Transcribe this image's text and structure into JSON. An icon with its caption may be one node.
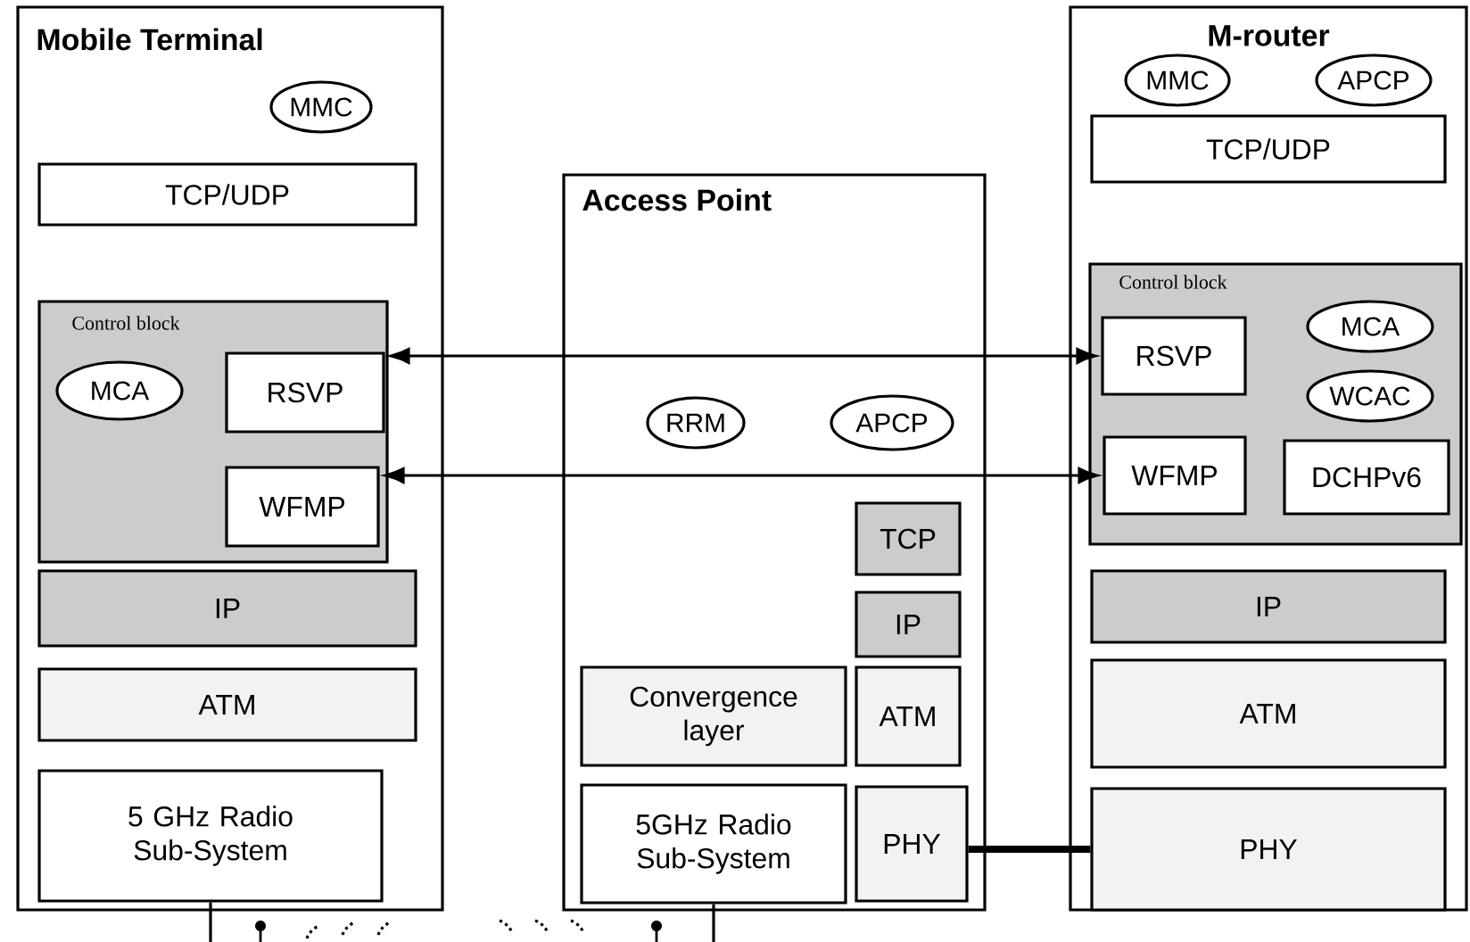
{
  "diagram": {
    "nodes": [
      {
        "text": [
          "Mobile Terminal"
        ]
      },
      {
        "text": [
          "MMC"
        ],
        "in": 0
      },
      {
        "text": [
          "TCP/UDP"
        ],
        "in": 0
      },
      {
        "text": [
          "Control block"
        ],
        "in": 0
      },
      {
        "text": [
          "MCA"
        ],
        "in": 3
      },
      {
        "text": [
          "RSVP"
        ],
        "in": 3
      },
      {
        "text": [
          "WFMP"
        ],
        "in": 3
      },
      {
        "text": [
          "IP"
        ],
        "in": 0
      },
      {
        "text": [
          "ATM"
        ],
        "in": 0
      },
      {
        "text": [
          "5 GHz Radio Sub-System"
        ],
        "in": 0
      },
      {
        "text": [
          "Access Point"
        ]
      },
      {
        "text": [
          "RRM"
        ],
        "in": 10
      },
      {
        "text": [
          "APCP"
        ],
        "in": 10
      },
      {
        "text": [
          "TCP"
        ],
        "in": 10
      },
      {
        "text": [
          "IP"
        ],
        "in": 10
      },
      {
        "text": [
          "Convergence layer"
        ],
        "in": 10
      },
      {
        "text": [
          "ATM"
        ],
        "in": 10
      },
      {
        "text": [
          "5GHz Radio Sub-System"
        ],
        "in": 10
      },
      {
        "text": [
          "PHY"
        ],
        "in": 10
      },
      {
        "text": [
          "M-router"
        ]
      },
      {
        "text": [
          "MMC"
        ],
        "in": 19
      },
      {
        "text": [
          "APCP"
        ],
        "in": 19
      },
      {
        "text": [
          "TCP/UDP"
        ],
        "in": 19
      },
      {
        "text": [
          "Control block"
        ],
        "in": 19
      },
      {
        "text": [
          "RSVP"
        ],
        "in": 23
      },
      {
        "text": [
          "MCA"
        ],
        "in": 23
      },
      {
        "text": [
          "WCAC"
        ],
        "in": 23
      },
      {
        "text": [
          "WFMP"
        ],
        "in": 23
      },
      {
        "text": [
          "DCHPv6"
        ],
        "in": 23
      },
      {
        "text": [
          "IP"
        ],
        "in": 19
      },
      {
        "text": [
          "ATM"
        ],
        "in": 19
      },
      {
        "text": [
          "PHY"
        ],
        "in": 19
      }
    ],
    "edges": [
      {
        "from": 5,
        "to": 24,
        "arrow": "both"
      },
      {
        "from": 6,
        "to": 27,
        "arrow": "both"
      },
      {
        "from": 18,
        "to": 31,
        "arrow": "none",
        "style": "thick"
      },
      {
        "from": 9,
        "to": null,
        "arrow": "none"
      },
      {
        "from": 17,
        "to": null,
        "arrow": "none"
      }
    ]
  }
}
